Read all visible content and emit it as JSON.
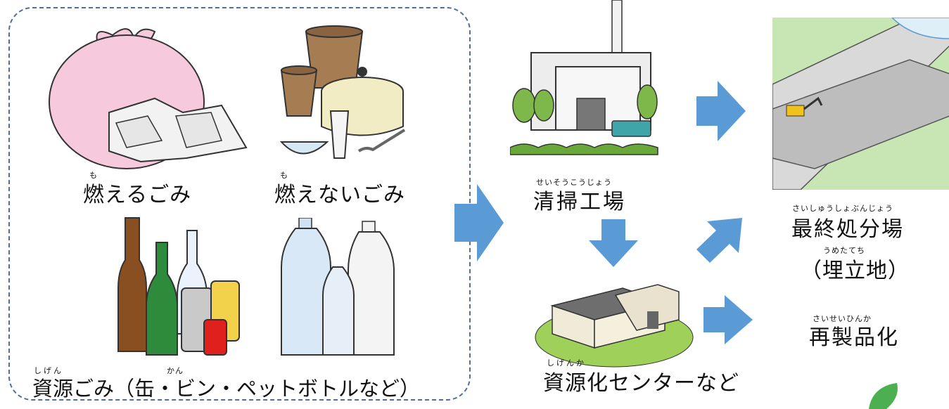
{
  "waste_types": {
    "burnable": {
      "label": "燃えるごみ",
      "ruby": "も"
    },
    "non_burnable": {
      "label": "燃えないごみ",
      "ruby": "も"
    },
    "resource": {
      "label": "資源ごみ（缶・ビン・ペットボトルなど）",
      "ruby_shigen": "しげん",
      "ruby_kan": "かん"
    }
  },
  "facilities": {
    "cleaning_plant": {
      "label": "清掃工場",
      "ruby": "せいそうこうじょう"
    },
    "recycling_center": {
      "label": "資源化センターなど",
      "ruby": "しげんか"
    },
    "final_disposal": {
      "label": "最終処分場",
      "ruby": "さいしゅうしょぶんじょう"
    },
    "landfill": {
      "label": "（埋立地）",
      "ruby": "うめたてち"
    },
    "recycling": {
      "label": "再製品化",
      "ruby": "さいせいひんか"
    }
  },
  "colors": {
    "arrow": "#5b9bd5",
    "dashed_border": "#4f6f9a",
    "landfill_bg": "#c8e6b4"
  }
}
